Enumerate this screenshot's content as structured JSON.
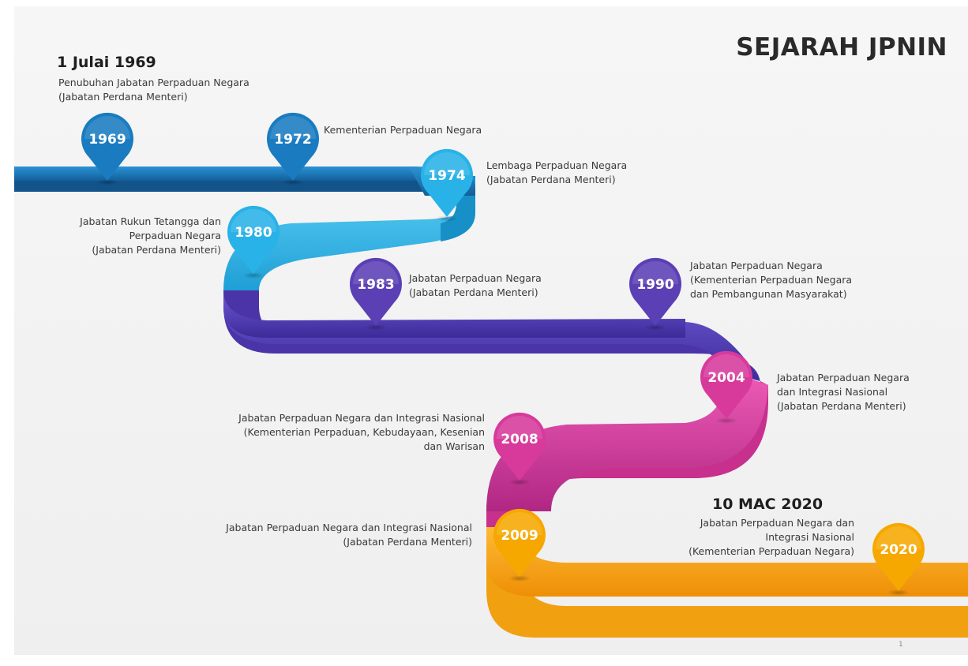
{
  "title": "SEJARAH JPNIN",
  "headlines": {
    "start_date": "1 Julai 1969",
    "end_date": "10 MAC 2020"
  },
  "milestones": [
    {
      "year": "1969",
      "lines": [
        "Penubuhan Jabatan Perpaduan Negara",
        "(Jabatan Perdana Menteri)"
      ],
      "color": "#1a7bc0"
    },
    {
      "year": "1972",
      "lines": [
        "Kementerian Perpaduan Negara"
      ],
      "color": "#1a7bc0"
    },
    {
      "year": "1974",
      "lines": [
        "Lembaga Perpaduan Negara",
        "(Jabatan  Perdana Menteri)"
      ],
      "color": "#29b2e8"
    },
    {
      "year": "1980",
      "lines": [
        "Jabatan Rukun Tetangga dan",
        "Perpaduan Negara",
        "(Jabatan  Perdana Menteri)"
      ],
      "color": "#29b2e8"
    },
    {
      "year": "1983",
      "lines": [
        "Jabatan Perpaduan Negara",
        "(Jabatan  Perdana Menteri)"
      ],
      "color": "#5b3fb5"
    },
    {
      "year": "1990",
      "lines": [
        "Jabatan Perpaduan Negara",
        "(Kementerian Perpaduan Negara",
        "dan Pembangunan Masyarakat)"
      ],
      "color": "#5b3fb5"
    },
    {
      "year": "2004",
      "lines": [
        "Jabatan Perpaduan Negara",
        "dan Integrasi Nasional",
        "(Jabatan Perdana Menteri)"
      ],
      "color": "#d83a9c"
    },
    {
      "year": "2008",
      "lines": [
        "Jabatan Perpaduan Negara  dan Integrasi Nasional",
        "(Kementerian Perpaduan, Kebudayaan, Kesenian",
        "dan Warisan"
      ],
      "color": "#d83a9c"
    },
    {
      "year": "2009",
      "lines": [
        "Jabatan Perpaduan Negara dan Integrasi Nasional",
        "(Jabatan Perdana Menteri)"
      ],
      "color": "#f6a800"
    },
    {
      "year": "2020",
      "lines": [
        "Jabatan Perpaduan Negara dan",
        "Integrasi Nasional",
        "(Kementerian Perpaduan Negara)"
      ],
      "color": "#f6a800"
    }
  ],
  "road_colors": {
    "blue": "#1a78bd",
    "cyan": "#2fb6ea",
    "purple": "#5b46c4",
    "pink": "#de3fa3",
    "orange": "#f7a21a"
  },
  "page_number": "1"
}
